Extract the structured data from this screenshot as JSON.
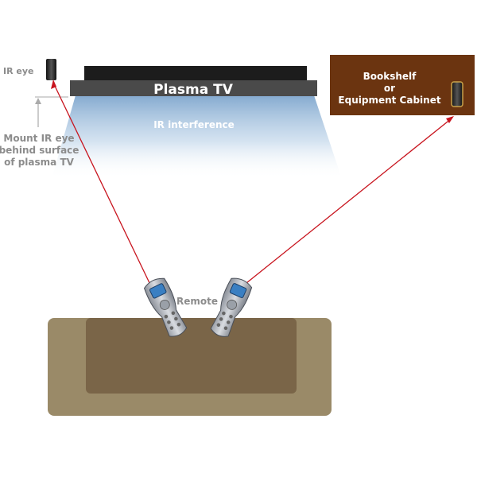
{
  "labels": {
    "ir_eye": "IR eye",
    "plasma_tv": "Plasma TV",
    "ir_interference": "IR interference",
    "mount_note": [
      "Mount IR eye",
      "behind surface",
      "of plasma TV"
    ],
    "cabinet": [
      "Bookshelf",
      "or",
      "Equipment Cabinet"
    ],
    "remote": "Remote"
  },
  "colors": {
    "tv_dark": "#1c1c1c",
    "tv_bezel": "#4a4a4a",
    "cabinet": "#6b3410",
    "couch_outer": "#9a8a68",
    "couch_inner": "#7a6548",
    "ir_beam": "#c8141e",
    "interference": "#8fb4d6",
    "note_text": "#8c8c8c"
  }
}
